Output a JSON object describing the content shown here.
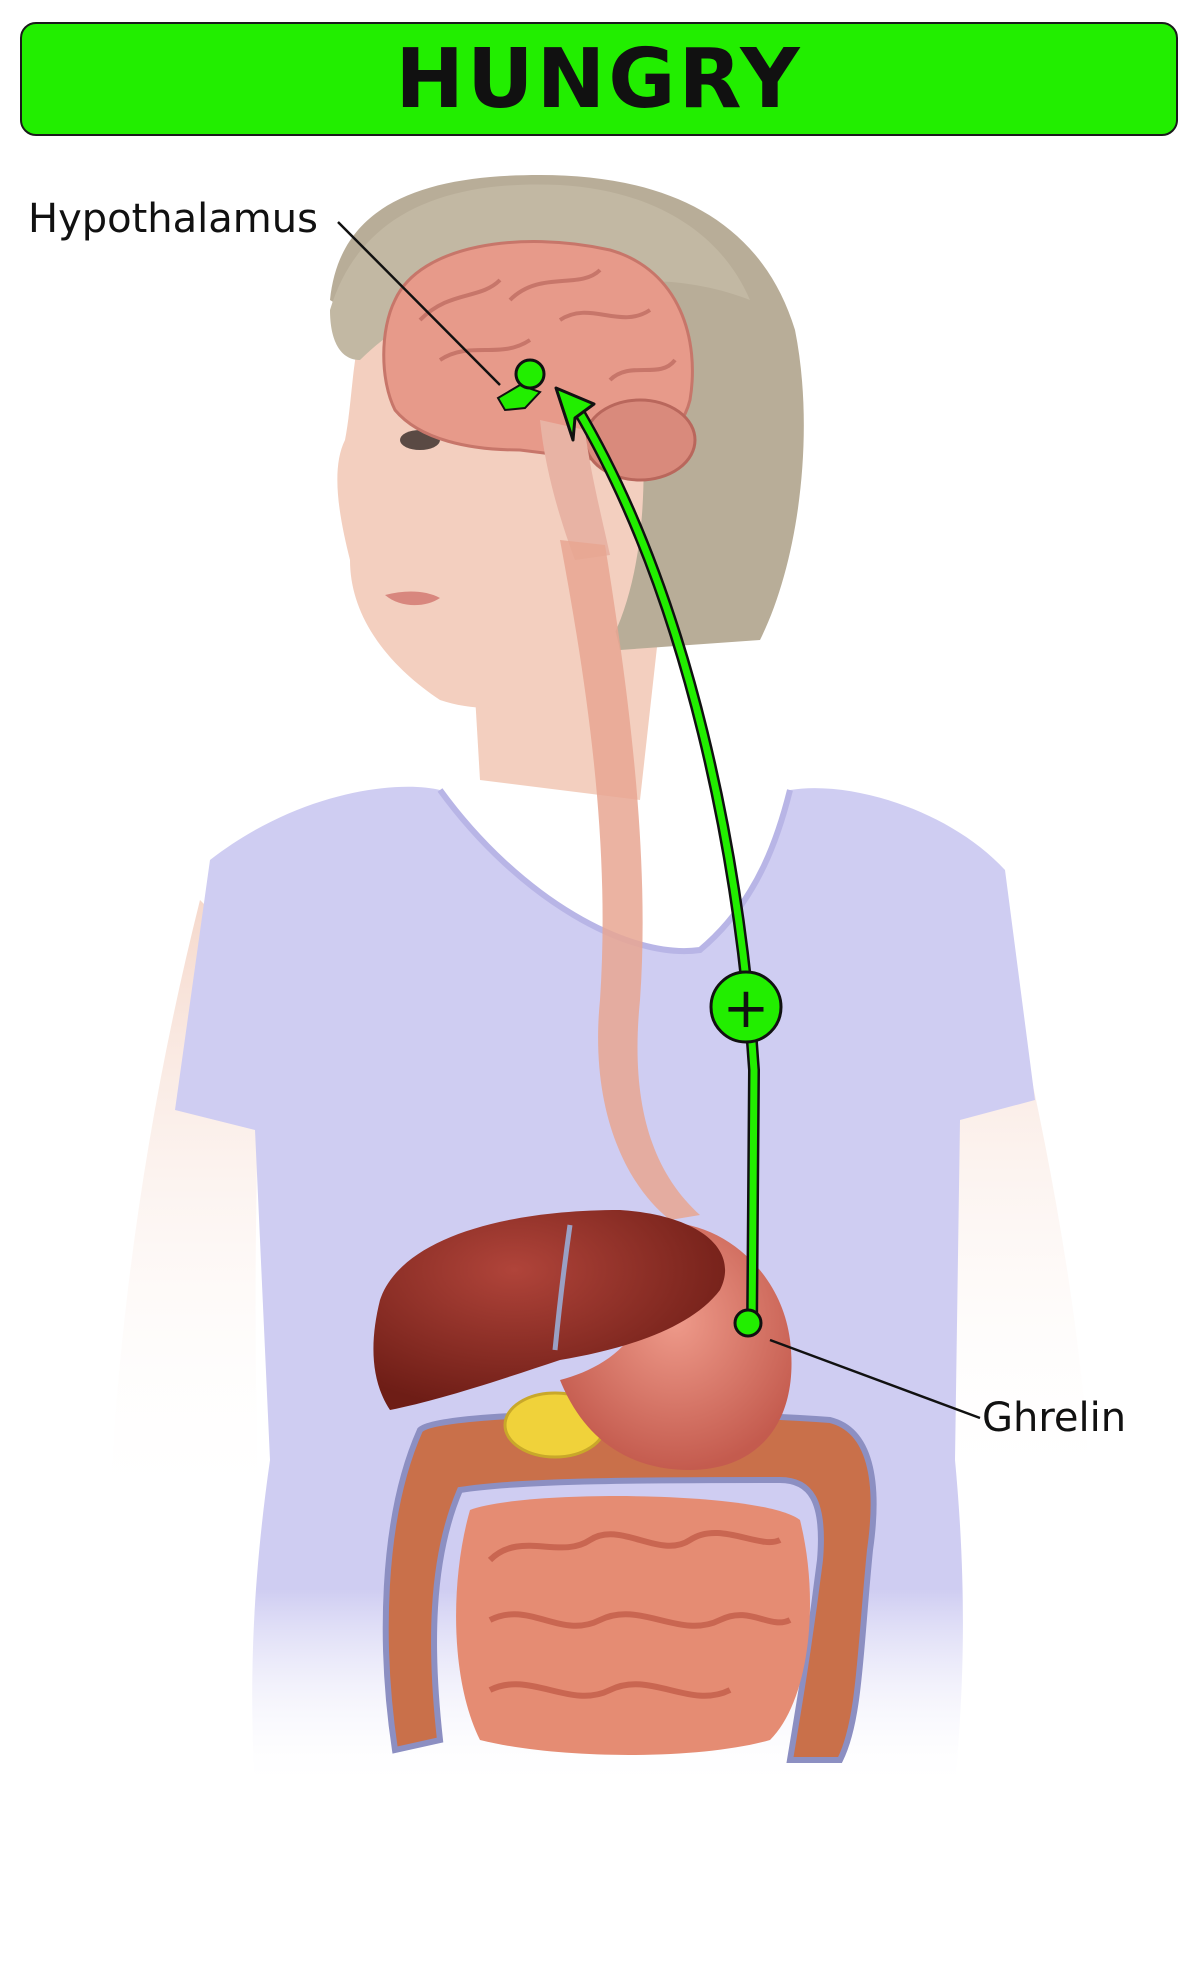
{
  "title": "HUNGRY",
  "labels": {
    "hypothalamus": "Hypothalamus",
    "ghrelin": "Ghrelin"
  },
  "signal": {
    "sign": "+"
  },
  "colors": {
    "accent": "#22ee00",
    "shirt": "#cfcdf2",
    "skin": "#f3cfbf",
    "hair": "#b8ad98",
    "brain": "#e79a8a",
    "liver": "#8e2a22",
    "stomach": "#d9776a",
    "colon": "#c9704a",
    "intestine": "#e58c73",
    "gallbladder": "#f0d23a"
  }
}
